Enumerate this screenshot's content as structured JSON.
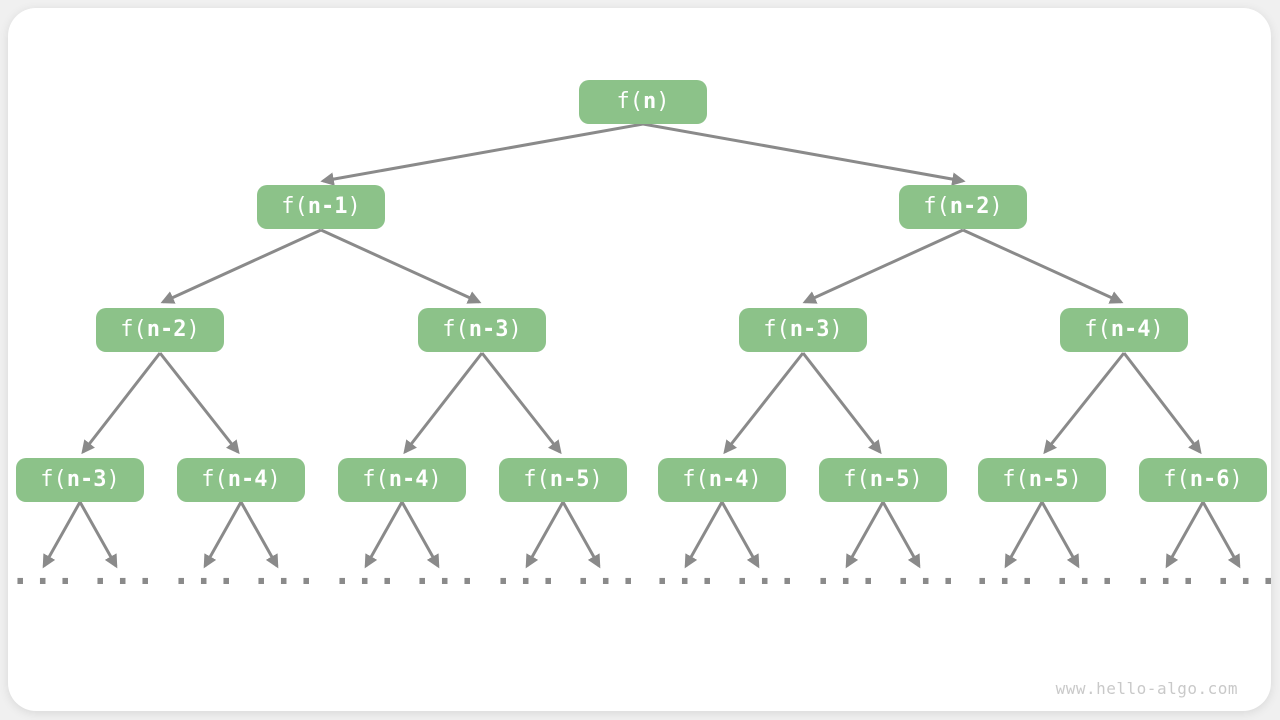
{
  "watermark": "www.hello-algo.com",
  "ellipsis_label": "...",
  "colors": {
    "node_fill": "#8CC289",
    "node_text": "#ffffff",
    "arrow": "#8a8a8a",
    "watermark": "#c9c9c9"
  },
  "nodes": [
    {
      "prefix": "f(",
      "arg": "n",
      "suffix": ")"
    },
    {
      "prefix": "f(",
      "arg": "n-1",
      "suffix": ")"
    },
    {
      "prefix": "f(",
      "arg": "n-2",
      "suffix": ")"
    },
    {
      "prefix": "f(",
      "arg": "n-2",
      "suffix": ")"
    },
    {
      "prefix": "f(",
      "arg": "n-3",
      "suffix": ")"
    },
    {
      "prefix": "f(",
      "arg": "n-3",
      "suffix": ")"
    },
    {
      "prefix": "f(",
      "arg": "n-4",
      "suffix": ")"
    },
    {
      "prefix": "f(",
      "arg": "n-3",
      "suffix": ")"
    },
    {
      "prefix": "f(",
      "arg": "n-4",
      "suffix": ")"
    },
    {
      "prefix": "f(",
      "arg": "n-4",
      "suffix": ")"
    },
    {
      "prefix": "f(",
      "arg": "n-5",
      "suffix": ")"
    },
    {
      "prefix": "f(",
      "arg": "n-4",
      "suffix": ")"
    },
    {
      "prefix": "f(",
      "arg": "n-5",
      "suffix": ")"
    },
    {
      "prefix": "f(",
      "arg": "n-5",
      "suffix": ")"
    },
    {
      "prefix": "f(",
      "arg": "n-6",
      "suffix": ")"
    }
  ]
}
